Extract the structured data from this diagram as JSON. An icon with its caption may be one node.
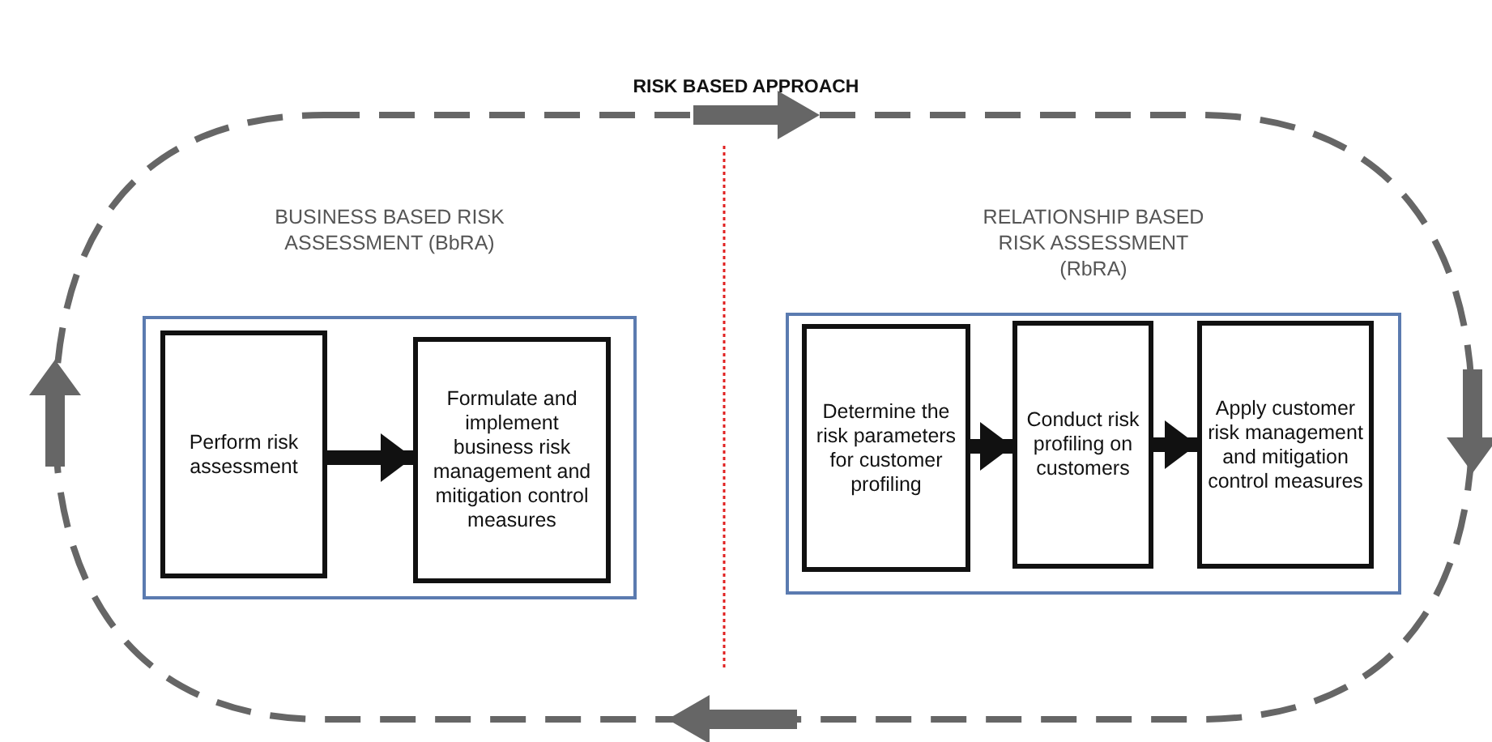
{
  "diagram": {
    "title": "RISK BASED APPROACH",
    "nodes": [
      {
        "text": [
          "BUSINESS BASED RISK ASSESSMENT (BbRA)"
        ]
      },
      {
        "text": [
          "Perform risk assessment"
        ],
        "in": 0
      },
      {
        "text": [
          "Formulate and implement business risk management and mitigation control measures"
        ],
        "in": 0
      },
      {
        "text": [
          "RELATIONSHIP BASED RISK ASSESSMENT (RbRA)"
        ]
      },
      {
        "text": [
          "Determine the risk parameters for customer profiling"
        ],
        "in": 3
      },
      {
        "text": [
          "Conduct risk profiling on customers"
        ],
        "in": 3
      },
      {
        "text": [
          "Apply customer risk management and mitigation control measures"
        ],
        "in": 3
      }
    ],
    "edges": [
      {
        "from": 1,
        "to": 2,
        "arrow": "to"
      },
      {
        "from": 4,
        "to": 5,
        "arrow": "to"
      },
      {
        "from": 5,
        "to": 6,
        "arrow": "to"
      }
    ]
  }
}
